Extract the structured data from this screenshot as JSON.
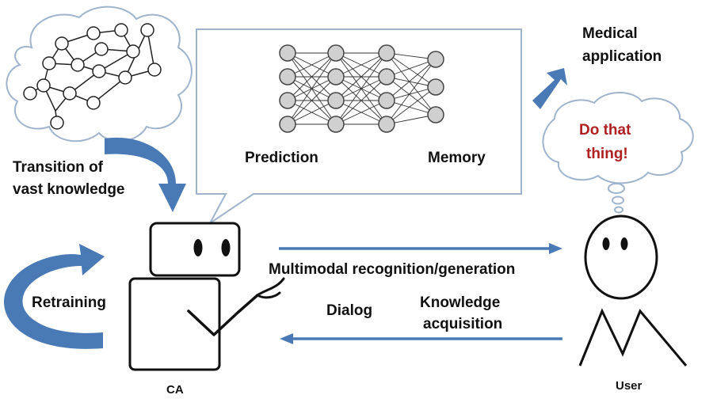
{
  "labels": {
    "prediction": "Prediction",
    "memory": "Memory",
    "medical_line1": "Medical",
    "medical_line2": "application",
    "thought_line1": "Do that",
    "thought_line2": "thing!",
    "transition_line1": "Transition of",
    "transition_line2": "vast knowledge",
    "multimodal": "Multimodal recognition/generation",
    "retraining": "Retraining",
    "dialog": "Dialog",
    "knowledge_line1": "Knowledge",
    "knowledge_line2": "acquisition",
    "ca": "CA",
    "user": "User"
  },
  "colors": {
    "arrow_blue": "#4a7ab5",
    "thought_text": "#b02020",
    "outline": "#111111",
    "box_border": "#9fb4cc"
  }
}
